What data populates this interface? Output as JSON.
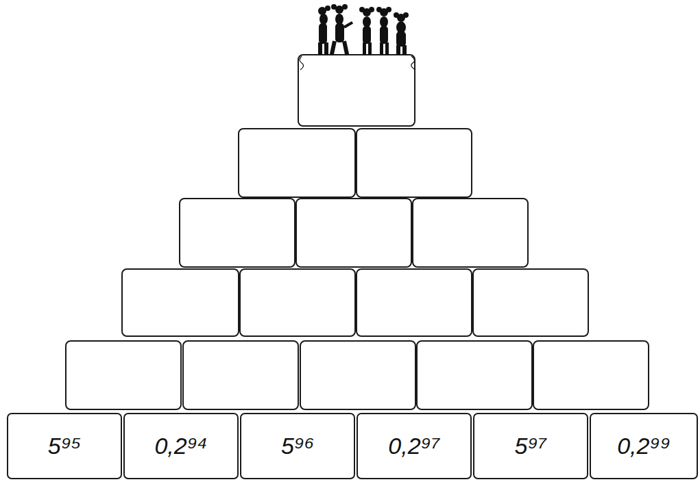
{
  "diagram": {
    "nodes": [
      {
        "text": [
          "5⁹⁵"
        ]
      },
      {
        "text": [
          "0,2⁹⁴"
        ]
      },
      {
        "text": [
          "5⁹⁶"
        ]
      },
      {
        "text": [
          "0,2⁹⁷"
        ]
      },
      {
        "text": [
          "5⁹⁷"
        ]
      },
      {
        "text": [
          "0,2⁹⁹"
        ]
      }
    ]
  }
}
